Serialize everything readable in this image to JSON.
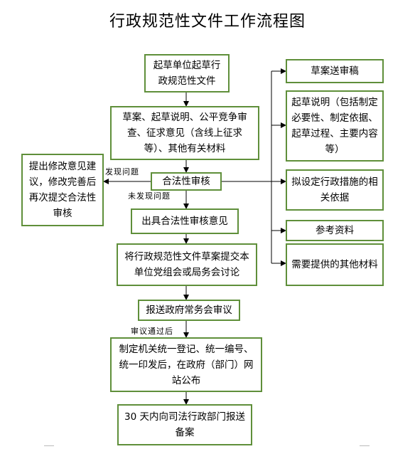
{
  "title": "行政规范性文件工作流程图",
  "nodes": {
    "draft_unit": "起草单位起草行政规范性文件",
    "materials": "草案、起草说明、公平竞争审查、征求意见（含线上征求等）、其他有关材料",
    "legality_review": "合法性审核",
    "revise": "提出修改意见建议，修改完善后再次提交合法性审核",
    "issue_opinion": "出具合法性审核意见",
    "submit_party": "将行政规范性文件草案提交本单位党组会或局务会讨论",
    "gov_meeting": "报送政府常务会审议",
    "publish": "制定机关统一登记、统一编号、统一印发后，在政府（部门）网站公布",
    "file_record": "30 天内向司法行政部门报送备案"
  },
  "side_items": [
    "草案送审稿",
    "起草说明（包括制定必要性、制定依据、起草过程、主要内容等）",
    "拟设定行政措施的相关依据",
    "参考资料",
    "需要提供的其他材料"
  ],
  "edge_labels": {
    "problem_found": "发现问题",
    "no_problem": "未发现问题",
    "after_review": "审议通过后"
  },
  "colors": {
    "box_border": "#5f8f3a",
    "line": "#000000"
  }
}
